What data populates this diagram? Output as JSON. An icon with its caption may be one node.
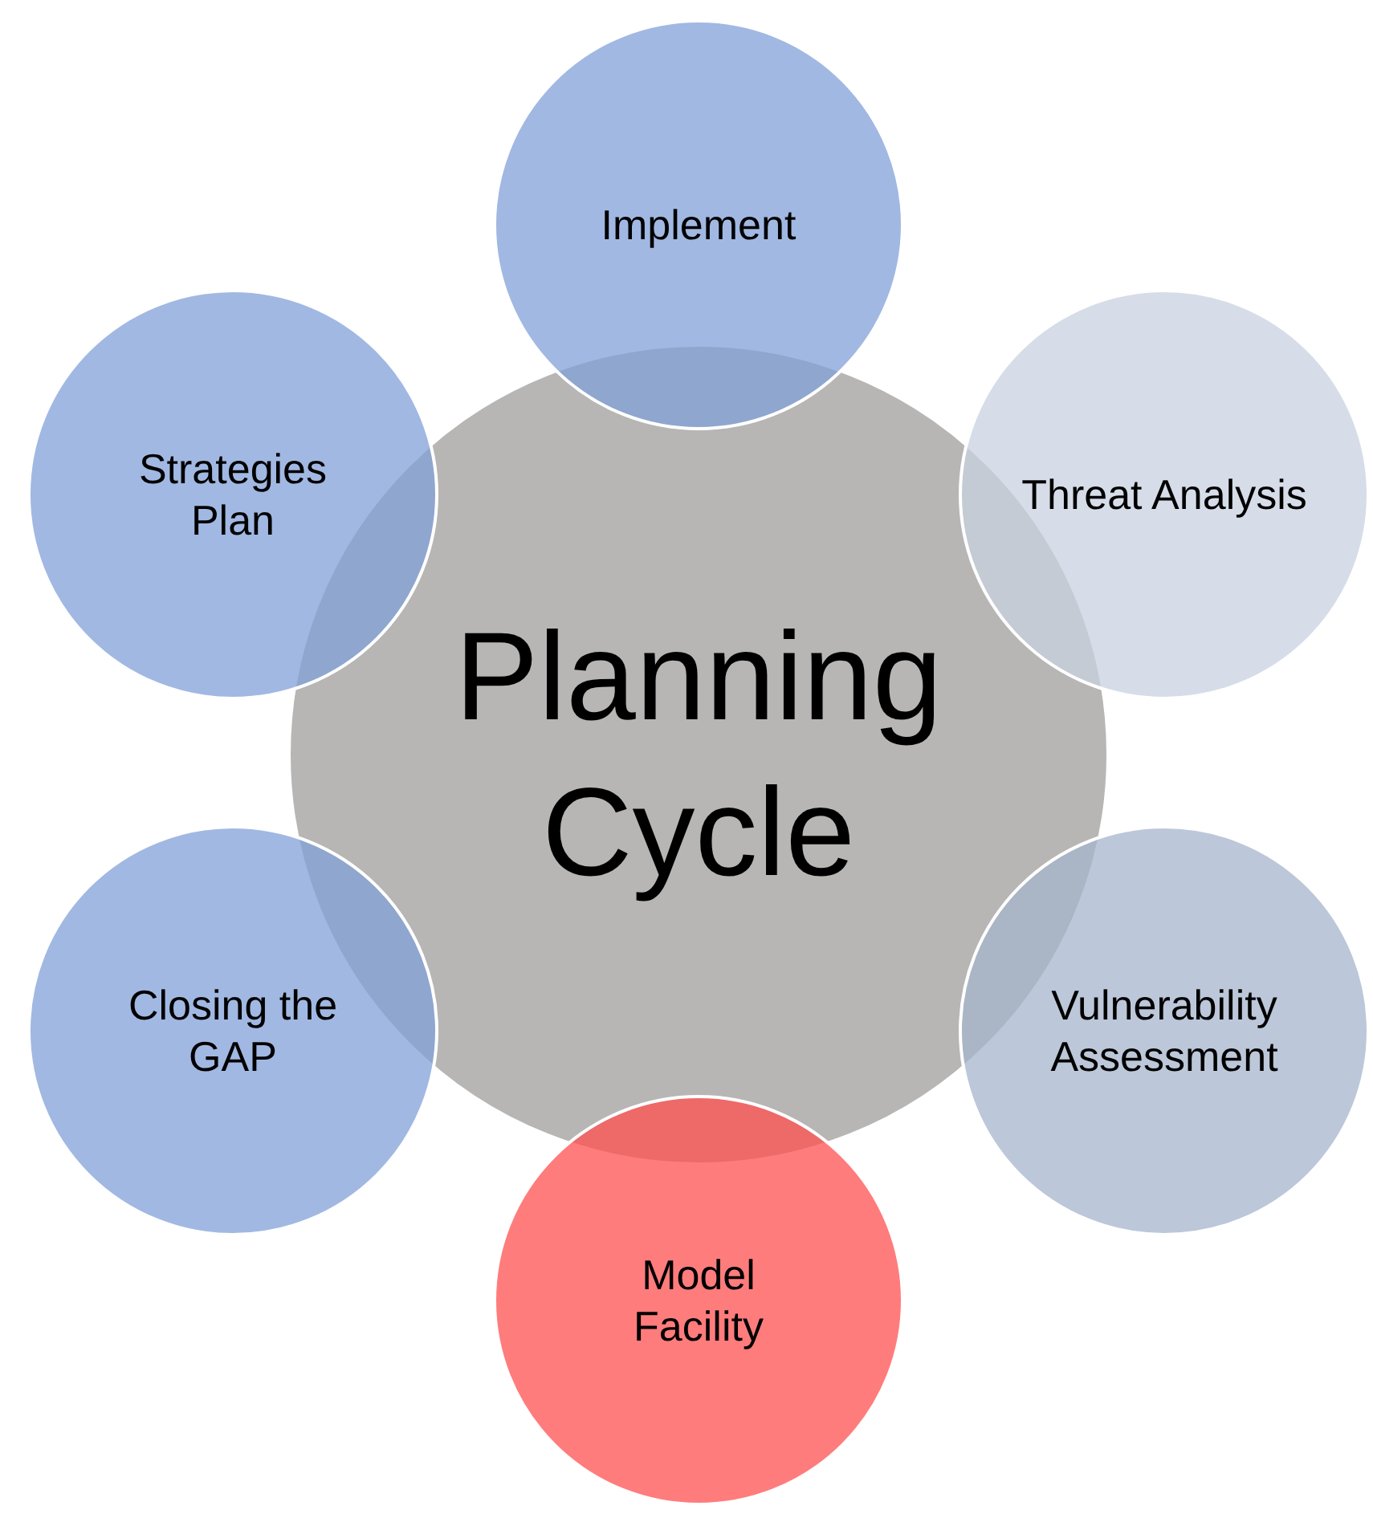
{
  "diagram": {
    "nodes": [
      {
        "text": [
          "Planning Cycle"
        ]
      },
      {
        "text": [
          "Implement"
        ]
      },
      {
        "text": [
          "Threat Analysis"
        ]
      },
      {
        "text": [
          "Vulnerability Assessment"
        ]
      },
      {
        "text": [
          "Model Facility"
        ]
      },
      {
        "text": [
          "Closing the GAP"
        ]
      },
      {
        "text": [
          "Strategies Plan"
        ]
      }
    ]
  }
}
